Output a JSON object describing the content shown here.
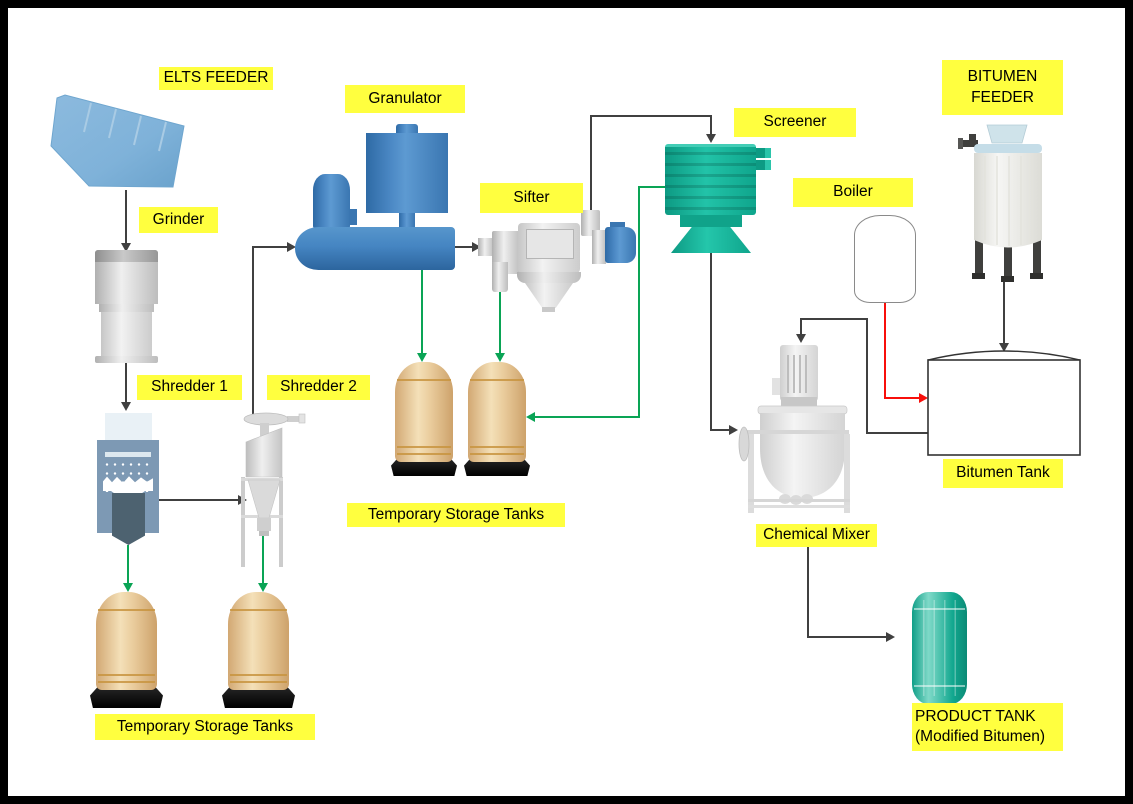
{
  "diagram": {
    "type": "process-flow",
    "labels": {
      "elts_feeder": "ELTS FEEDER",
      "granulator": "Granulator",
      "grinder": "Grinder",
      "shredder_1": "Shredder 1",
      "shredder_2": "Shredder 2",
      "sifter": "Sifter",
      "screener": "Screener",
      "boiler": "Boiler",
      "bitumen_feeder_line1": "BITUMEN",
      "bitumen_feeder_line2": "FEEDER",
      "temp_storage_mid": "Temporary Storage Tanks",
      "temp_storage_left": "Temporary Storage Tanks",
      "bitumen_tank": "Bitumen Tank",
      "chemical_mixer": "Chemical Mixer",
      "product_tank_line1": "PRODUCT TANK",
      "product_tank_line2": "(Modified Bitumen)"
    },
    "colors": {
      "label_bg": "#FFFF3F",
      "flow_line_black": "#404040",
      "flow_line_green": "#0AA455",
      "flow_line_red": "#F80F0B",
      "machine_blue": "#4B88C4",
      "machine_teal": "#14AE96",
      "tank_tan": "#EACB9C",
      "hopper_blue": "#7FB2D9"
    },
    "flows": [
      {
        "from": "ELTS Feeder",
        "to": "Grinder",
        "color": "black"
      },
      {
        "from": "Grinder",
        "to": "Shredder 1",
        "color": "black"
      },
      {
        "from": "Shredder 1",
        "to": "Shredder 2",
        "color": "black"
      },
      {
        "from": "Shredder 2",
        "to": "Granulator",
        "color": "black"
      },
      {
        "from": "Granulator",
        "to": "Sifter",
        "color": "black"
      },
      {
        "from": "Sifter",
        "to": "Screener",
        "color": "black"
      },
      {
        "from": "Screener",
        "to": "Chemical Mixer",
        "color": "black"
      },
      {
        "from": "Granulator",
        "to": "Temporary Storage Tank (middle left)",
        "color": "green"
      },
      {
        "from": "Sifter",
        "to": "Temporary Storage Tank (middle right)",
        "color": "green"
      },
      {
        "from": "Screener",
        "to": "Temporary Storage Tank (middle right)",
        "color": "green"
      },
      {
        "from": "Shredder 1",
        "to": "Temporary Storage Tank (bottom left)",
        "color": "green"
      },
      {
        "from": "Shredder 2",
        "to": "Temporary Storage Tank (bottom right)",
        "color": "green"
      },
      {
        "from": "Bitumen Feeder",
        "to": "Bitumen Tank",
        "color": "black"
      },
      {
        "from": "Boiler",
        "to": "Bitumen Tank",
        "color": "red"
      },
      {
        "from": "Bitumen Tank",
        "to": "Chemical Mixer",
        "color": "black"
      },
      {
        "from": "Chemical Mixer",
        "to": "Product Tank",
        "color": "black"
      }
    ]
  }
}
